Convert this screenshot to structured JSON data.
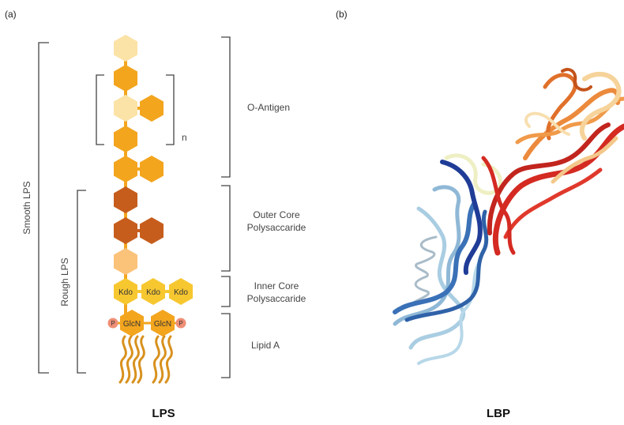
{
  "panels": {
    "a": "(a)",
    "b": "(b)"
  },
  "lps": {
    "brackets": {
      "smooth": "Smooth LPS",
      "rough": "Rough LPS",
      "repeat": "n"
    },
    "regions": {
      "o_antigen": "O-Antigen",
      "outer_core_1": "Outer Core",
      "outer_core_2": "Polysaccaride",
      "inner_core_1": "Inner Core",
      "inner_core_2": "Polysaccaride",
      "lipid_a": "Lipid A"
    },
    "sugars": {
      "kdo1": "Kdo",
      "kdo2": "Kdo",
      "kdo3": "Kdo",
      "glcn1": "GlcN",
      "glcn2": "GlcN"
    },
    "phosphates": {
      "p1": "P",
      "p2": "P"
    },
    "colors": {
      "light": "#fbe2a6",
      "orange": "#f3a51e",
      "brown": "#c65d1c",
      "peach": "#fbc27a",
      "kdo": "#f7c730",
      "phosphate": "#ef8f75",
      "lipid": "#d8911e"
    },
    "caption": "LPS"
  },
  "lbp": {
    "caption": "LBP",
    "colors": {
      "red": "#d42a22",
      "orange": "#ec8a3c",
      "beige": "#f6d39a",
      "lightblue": "#a9cde2",
      "blue": "#3a71b7",
      "navy": "#1f3c97"
    }
  }
}
